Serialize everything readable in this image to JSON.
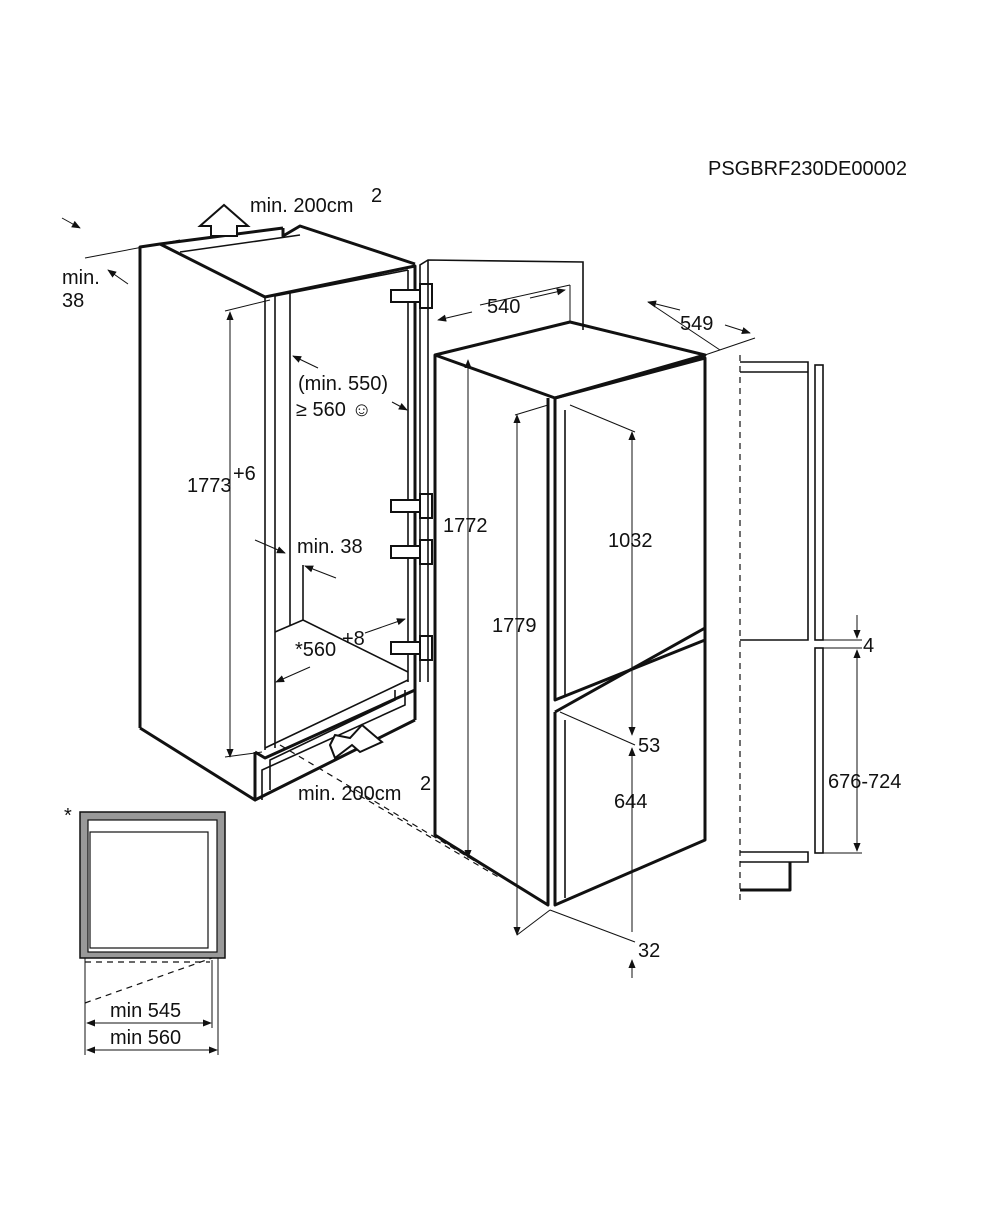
{
  "code": "PSGBRF230DE00002",
  "cabinet": {
    "vent_top": "min. 200cm",
    "vent_top_sup": "2",
    "top_gap_line1": "min.",
    "top_gap_line2": "38",
    "width_min": "(min. 550)",
    "width_pref": "≥ 560 ☺",
    "height": "1773",
    "height_tol": "+6",
    "back_gap": "min. 38",
    "depth_prefix": "*560",
    "depth_tol": "+8",
    "vent_bottom": "min. 200cm",
    "vent_bottom_sup": "2"
  },
  "appliance": {
    "height_body": "1772",
    "width": "540",
    "depth": "549",
    "height_total": "1779",
    "upper_door": "1032",
    "door_gap": "53",
    "lower_door": "644",
    "bottom": "32"
  },
  "side_view": {
    "gap": "4",
    "range": "676-724"
  },
  "inset": {
    "asterisk": "*",
    "min_545": "min 545",
    "min_560": "min 560"
  }
}
